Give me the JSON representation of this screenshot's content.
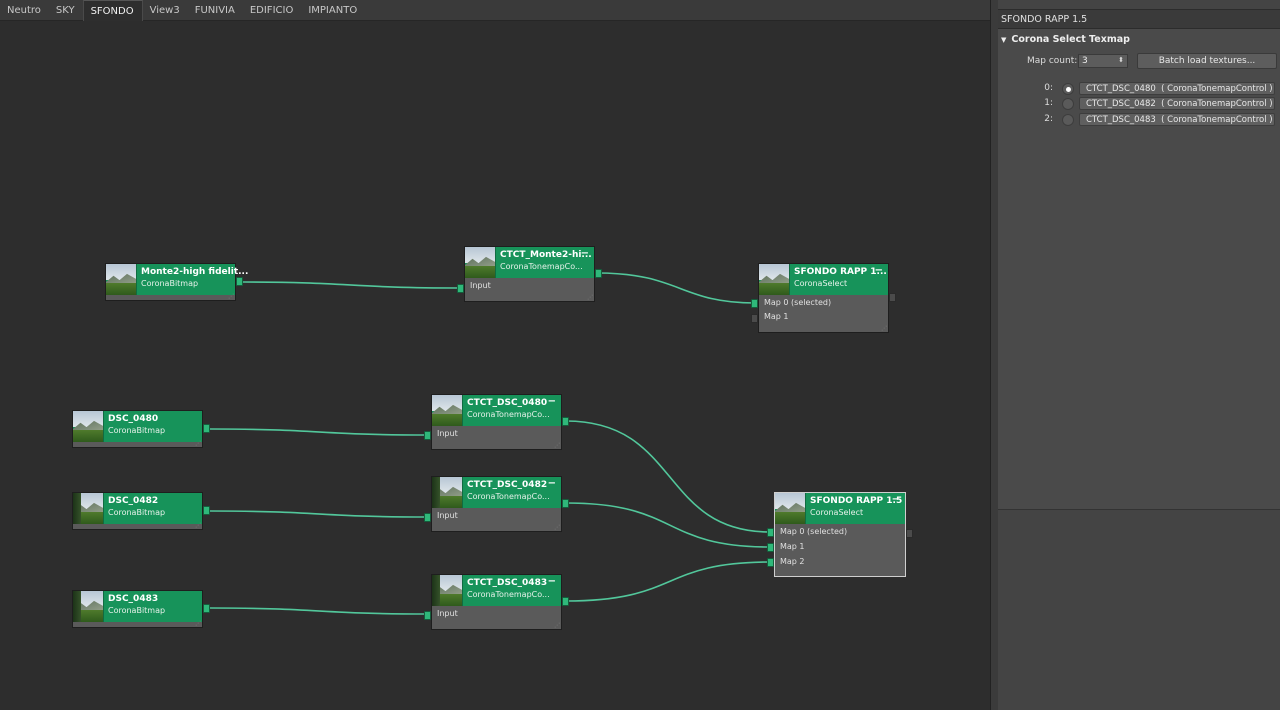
{
  "tabs": [
    {
      "label": "Neutro"
    },
    {
      "label": "SKY"
    },
    {
      "label": "SFONDO"
    },
    {
      "label": "View3"
    },
    {
      "label": "FUNIVIA"
    },
    {
      "label": "EDIFICIO"
    },
    {
      "label": "IMPIANTO"
    }
  ],
  "active_tab": "SFONDO",
  "wire_color": "#52c79b",
  "node_header_color": "#17935a",
  "nodes": {
    "monte_bitmap": {
      "title": "Monte2-high fidelit...",
      "type": "CoronaBitmap"
    },
    "ct_monte": {
      "title": "CTCT_Monte2-hi...",
      "type": "CoronaTonemapCo...",
      "collapse": "−",
      "input": "Input"
    },
    "select_top": {
      "title": "SFONDO RAPP 1...",
      "type": "CoronaSelect",
      "collapse": "−",
      "map0": "Map 0 (selected)",
      "map1": "Map 1"
    },
    "dsc480": {
      "title": "DSC_0480",
      "type": "CoronaBitmap"
    },
    "dsc482": {
      "title": "DSC_0482",
      "type": "CoronaBitmap"
    },
    "dsc483": {
      "title": "DSC_0483",
      "type": "CoronaBitmap"
    },
    "ct480": {
      "title": "CTCT_DSC_0480",
      "type": "CoronaTonemapCo...",
      "collapse": "−",
      "input": "Input"
    },
    "ct482": {
      "title": "CTCT_DSC_0482",
      "type": "CoronaTonemapCo...",
      "collapse": "−",
      "input": "Input"
    },
    "ct483": {
      "title": "CTCT_DSC_0483",
      "type": "CoronaTonemapCo...",
      "collapse": "−",
      "input": "Input"
    },
    "select_main": {
      "title": "SFONDO RAPP 1.5",
      "type": "CoronaSelect",
      "collapse": "−",
      "map0": "Map 0 (selected)",
      "map1": "Map 1",
      "map2": "Map 2"
    }
  },
  "panel": {
    "title": "SFONDO RAPP 1.5",
    "rollout": "Corona Select Texmap",
    "map_count_label": "Map count:",
    "map_count": "3",
    "batch_button": "Batch load textures...",
    "maps": [
      {
        "index": "0:",
        "label": "CTCT_DSC_0480  ( CoronaTonemapControl )",
        "selected": true
      },
      {
        "index": "1:",
        "label": "CTCT_DSC_0482  ( CoronaTonemapControl )",
        "selected": false
      },
      {
        "index": "2:",
        "label": "CTCT_DSC_0483  ( CoronaTonemapControl )",
        "selected": false
      }
    ]
  }
}
